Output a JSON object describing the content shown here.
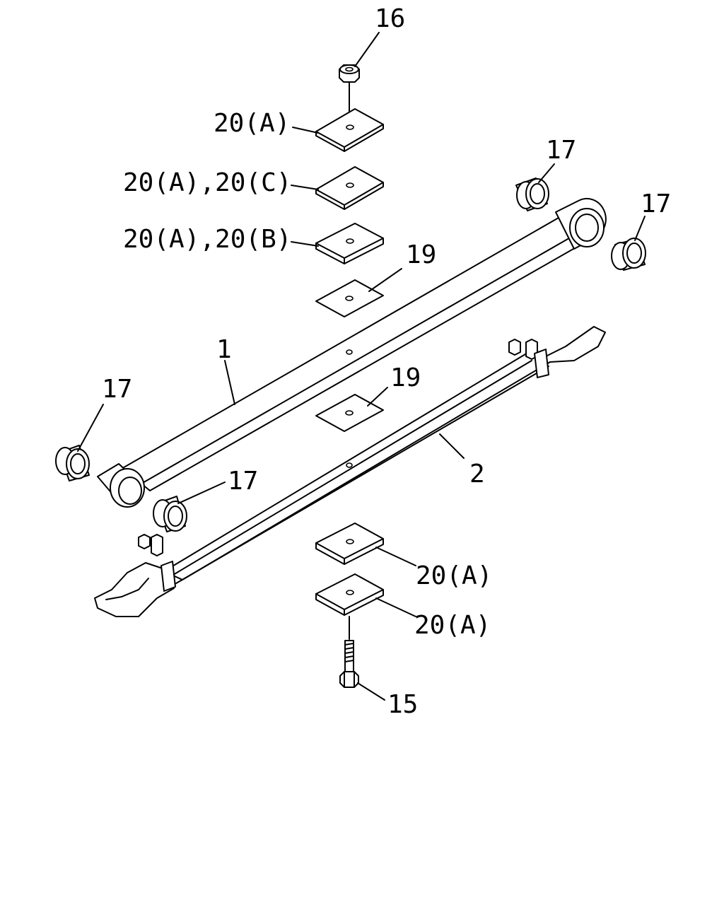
{
  "callouts": {
    "nut_top": "16",
    "plate_1": "20(A)",
    "plate_2": "20(A),20(C)",
    "plate_3": "20(A),20(B)",
    "pad_upper": "19",
    "bushing_upper_right": "17",
    "bushing_far_right": "17",
    "bushing_left": "17",
    "bushing_lower_left": "17",
    "spring_1": "1",
    "pad_middle": "19",
    "spring_2": "2",
    "plate_lower_1": "20(A)",
    "plate_lower_2": "20(A)",
    "bolt_bottom": "15"
  }
}
